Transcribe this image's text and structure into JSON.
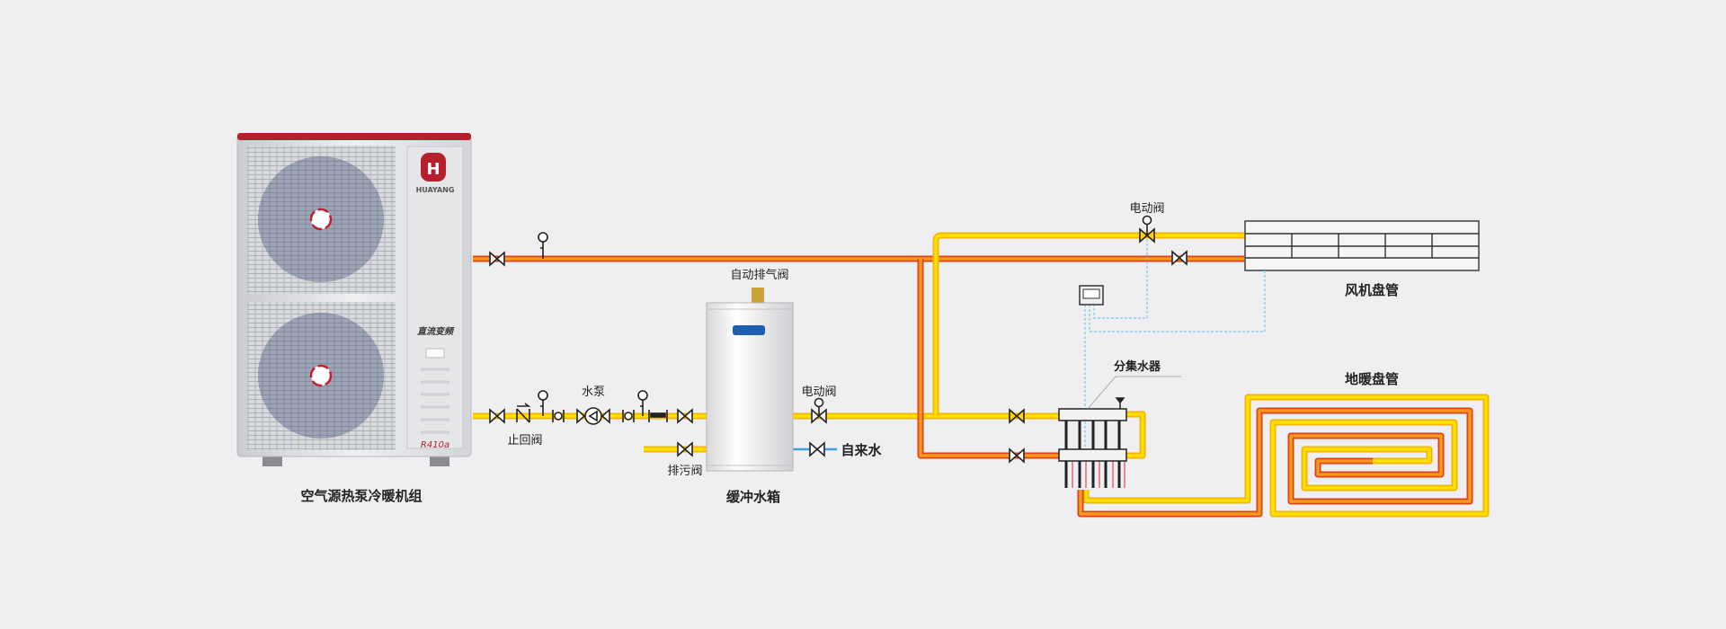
{
  "labels": {
    "heat_pump_unit": "空气源热泵冷暖机组",
    "buffer_tank": "缓冲水箱",
    "auto_air_vent": "自动排气阀",
    "drain_valve": "排污阀",
    "tap_water": "自来水",
    "motorized_valve_bottom": "电动阀",
    "motorized_valve_top": "电动阀",
    "check_valve": "止回阀",
    "water_pump": "水泵",
    "fan_coil": "风机盘管",
    "manifold": "分集水器",
    "floor_heating_coil": "地暖盘管"
  },
  "unit": {
    "brand": "HUAYANG",
    "badge": "直流变频",
    "refrigerant": "R410a"
  },
  "colors": {
    "supply_pipe": "#ffd200",
    "return_pipe": "#f07a1a",
    "tap_water_pipe": "#3aa0e0",
    "control_wire": "#7cc8ea",
    "brand_red": "#b5202e",
    "background": "#efeff1"
  }
}
